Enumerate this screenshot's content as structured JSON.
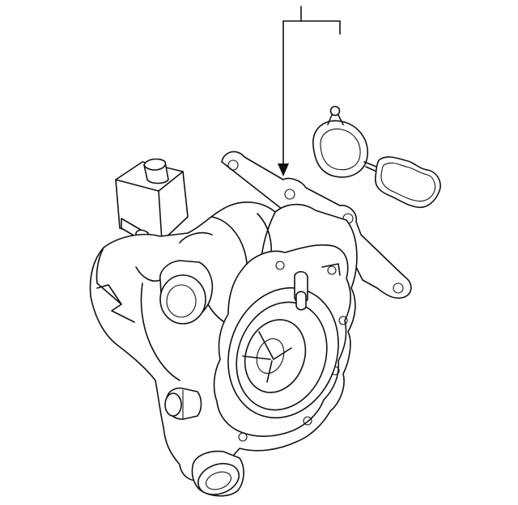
{
  "diagram": {
    "background_color": "#ffffff",
    "line_color": "#111111",
    "parts": [
      {
        "name": "water-pump-housing"
      },
      {
        "name": "temperature-sensor-connector"
      },
      {
        "name": "gasket-seal"
      },
      {
        "name": "outlet-pipe"
      },
      {
        "name": "drive-pulley"
      }
    ],
    "callout": {
      "style": "bracket-arrow",
      "points_to": "water-pump-housing"
    }
  }
}
